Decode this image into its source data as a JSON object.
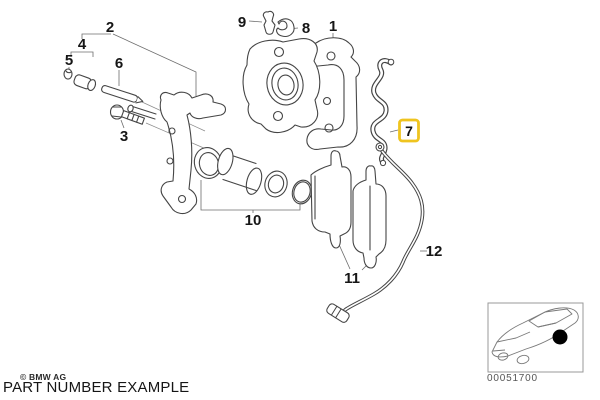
{
  "footer": {
    "copyright": "© BMW AG",
    "caption": "PART NUMBER EXAMPLE"
  },
  "thumbnail": {
    "code": "00051700",
    "icon": "car-3quarter-outline-icon"
  },
  "highlight": {
    "part": "7",
    "color": "#EFC41F"
  },
  "callouts": [
    "1",
    "2",
    "3",
    "4",
    "5",
    "6",
    "7",
    "8",
    "9",
    "10",
    "11",
    "12"
  ]
}
